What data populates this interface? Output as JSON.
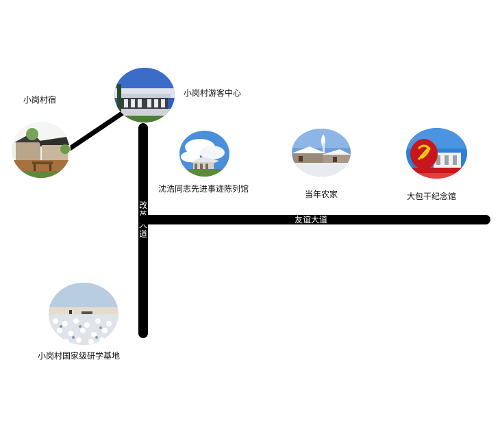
{
  "roads": {
    "horizontal": {
      "name": "友谊大道"
    },
    "vertical": {
      "name_chars": [
        "改",
        "革",
        "大",
        "道"
      ]
    }
  },
  "places": [
    {
      "label": "小岗村宿",
      "icon": "village-house-photo-icon"
    },
    {
      "label": "小岗村游客中心",
      "icon": "visitor-center-building-photo-icon"
    },
    {
      "label": "沈浩同志先进事迹陈列馆",
      "icon": "exhibition-hall-photo-icon"
    },
    {
      "label": "当年农家",
      "icon": "farmhouse-snow-photo-icon"
    },
    {
      "label": "大包干纪念馆",
      "icon": "memorial-hall-party-emblem-photo-icon"
    },
    {
      "label": "小岗村国家级研学基地",
      "icon": "study-base-field-photo-icon"
    }
  ],
  "colors": {
    "road": "#000000",
    "road_text": "#ffffff",
    "label_text": "#111111",
    "background": "#ffffff"
  }
}
